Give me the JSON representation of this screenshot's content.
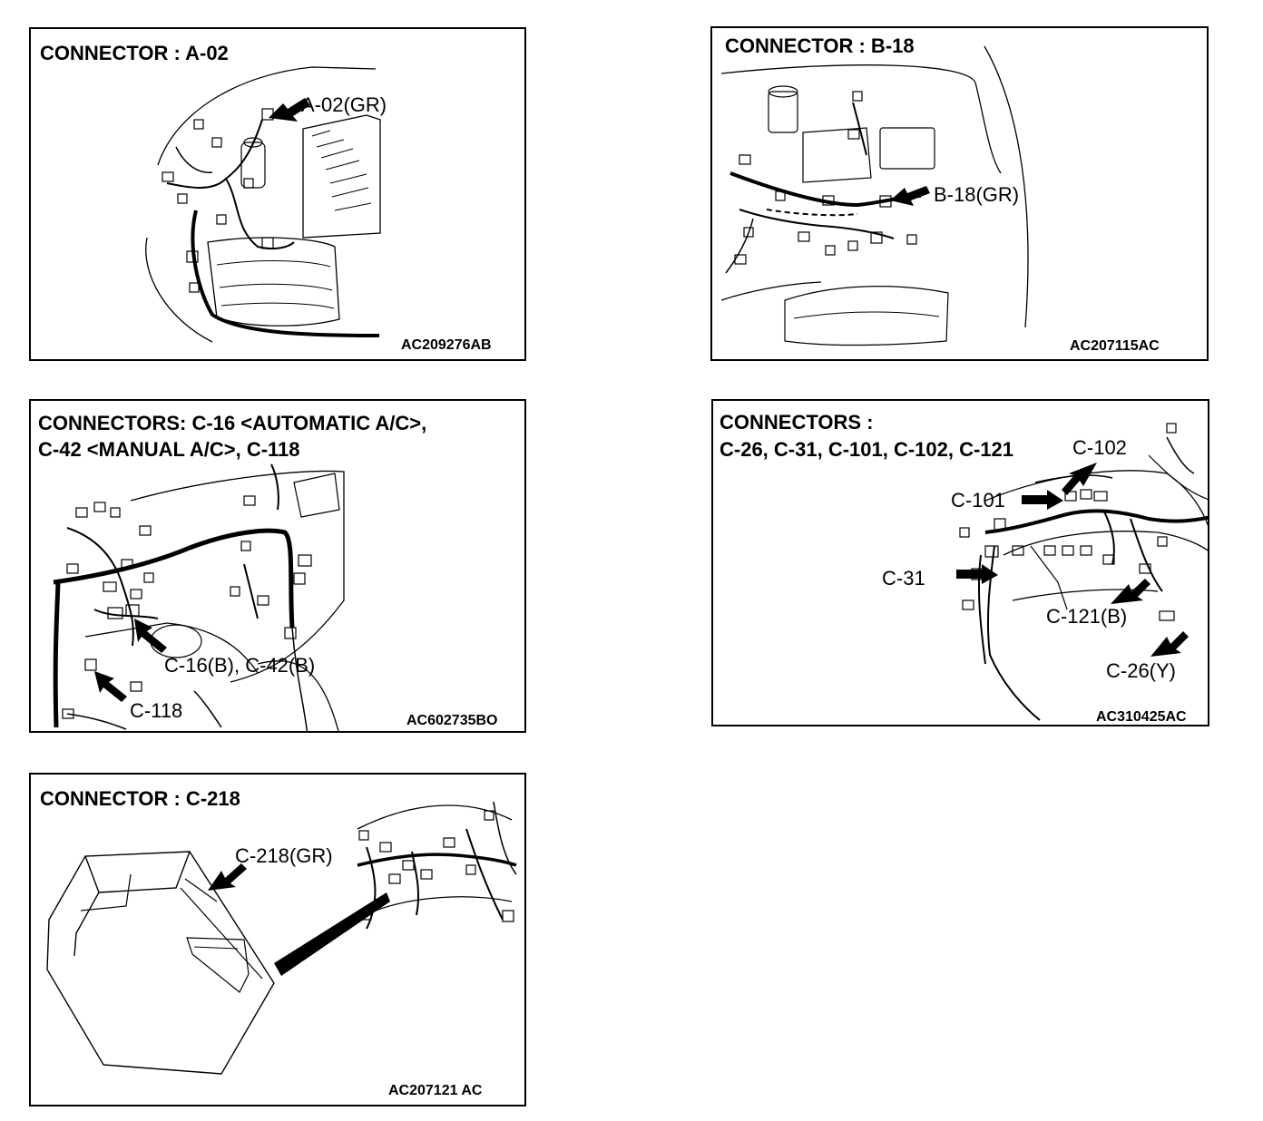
{
  "panels": [
    {
      "id": "a02",
      "title_lines": [
        "CONNECTOR : A-02"
      ],
      "callouts": [
        "A-02(GR)"
      ],
      "code": "AC209276AB"
    },
    {
      "id": "b18",
      "title_lines": [
        "CONNECTOR : B-18"
      ],
      "callouts": [
        "B-18(GR)"
      ],
      "code": "AC207115AC"
    },
    {
      "id": "c16",
      "title_lines": [
        "CONNECTORS: C-16 <AUTOMATIC A/C>,",
        "C-42 <MANUAL A/C>, C-118"
      ],
      "callouts": [
        "C-16(B), C-42(B)",
        "C-118"
      ],
      "code": "AC602735BO"
    },
    {
      "id": "c26",
      "title_lines": [
        "CONNECTORS :",
        "C-26, C-31, C-101, C-102, C-121"
      ],
      "callouts": [
        "C-102",
        "C-101",
        "C-31",
        "C-121(B)",
        "C-26(Y)"
      ],
      "code": "AC310425AC"
    },
    {
      "id": "c218",
      "title_lines": [
        "CONNECTOR : C-218"
      ],
      "callouts": [
        "C-218(GR)"
      ],
      "code": "AC207121 AC"
    }
  ]
}
